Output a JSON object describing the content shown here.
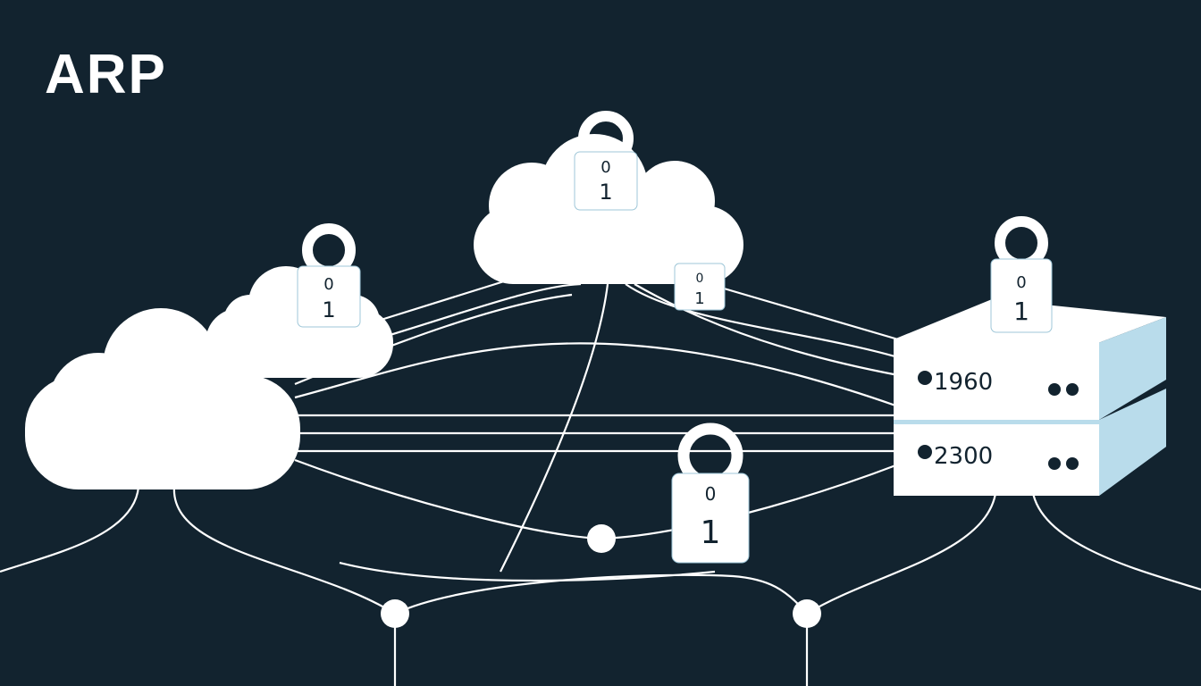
{
  "title": "ARP",
  "locks": [
    {
      "top": "0",
      "bottom": "1"
    },
    {
      "top": "0",
      "bottom": "1"
    },
    {
      "top": "0",
      "bottom": "1"
    },
    {
      "top": "0",
      "bottom": "1"
    },
    {
      "top": "0",
      "bottom": "1"
    }
  ],
  "servers": [
    {
      "label": "1960"
    },
    {
      "label": "2300"
    }
  ],
  "colors": {
    "background": "#12232f",
    "server_side": "#b9dceb",
    "foreground": "#ffffff"
  }
}
